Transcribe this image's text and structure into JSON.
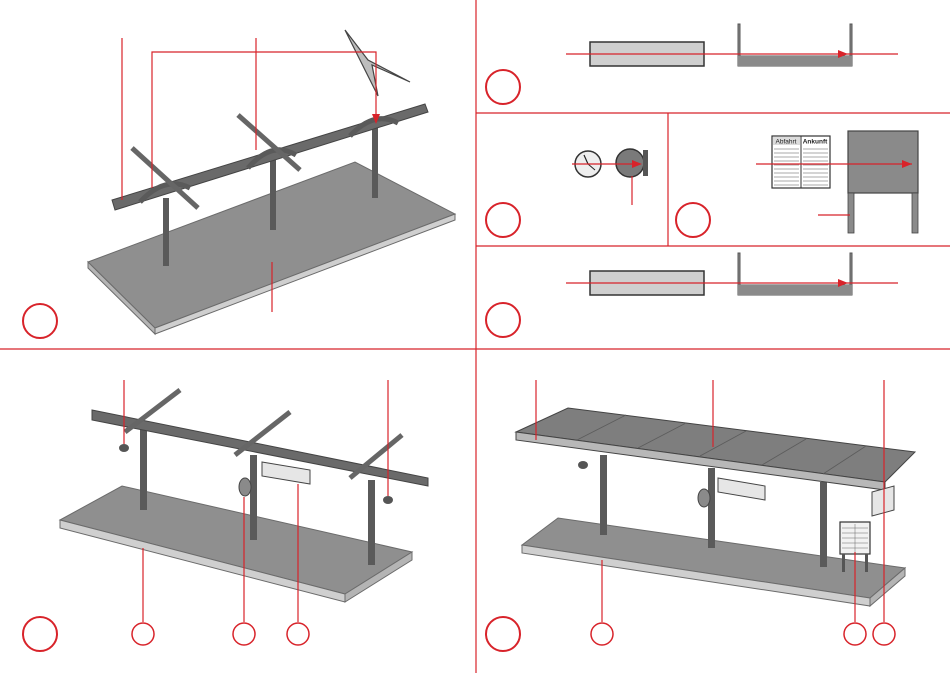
{
  "sheet": {
    "colors": {
      "accent_red": "#d8232a",
      "platform_gray": "#8f8f8f",
      "structure_dark": "#5a5a5a",
      "roof_gray": "#7e7e7e",
      "edge_light": "#cfcfcf"
    },
    "timetable": {
      "left_header": "Abfahrt",
      "right_header": "Ankunft"
    },
    "step_markers": [
      {
        "panel": "top-left-platform-frame"
      },
      {
        "panel": "top-right-sign-1"
      },
      {
        "panel": "middle-left-clock"
      },
      {
        "panel": "middle-right-timetable"
      },
      {
        "panel": "top-right-sign-2"
      },
      {
        "panel": "bottom-left-accessories"
      },
      {
        "panel": "bottom-right-roof"
      }
    ]
  }
}
